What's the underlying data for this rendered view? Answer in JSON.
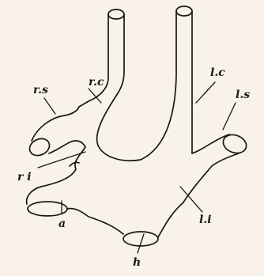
{
  "figure": {
    "labels": {
      "rs": "r.s",
      "rc": "r.c",
      "ri": "r i",
      "lc": "l.c",
      "ls": "l.s",
      "li": "l.i",
      "a": "a",
      "h": "h"
    }
  }
}
